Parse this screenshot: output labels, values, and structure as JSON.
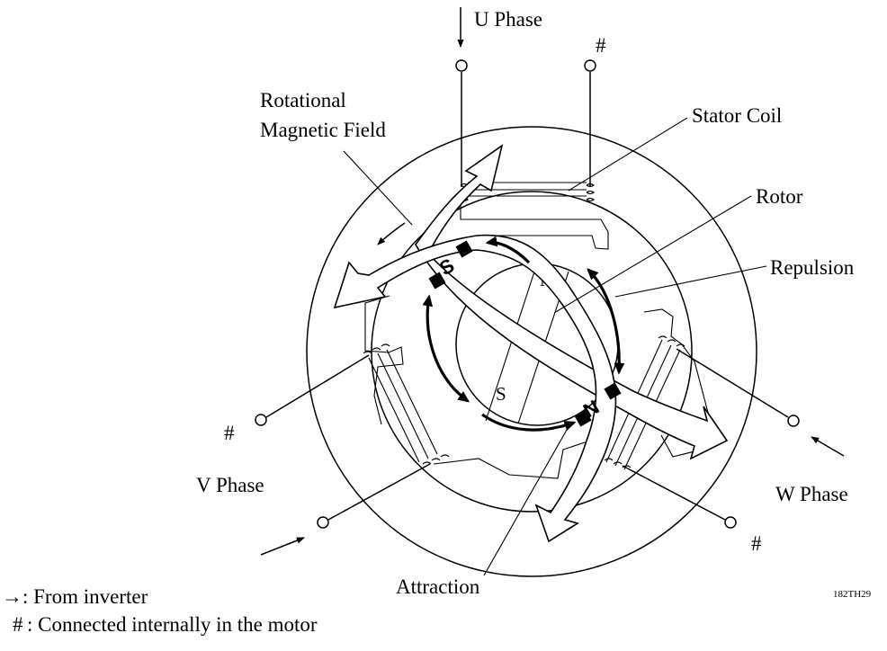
{
  "labels": {
    "u_phase": "U Phase",
    "v_phase": "V Phase",
    "w_phase": "W Phase",
    "hash": "#",
    "rotational_line1": "Rotational",
    "rotational_line2": "Magnetic Field",
    "stator_coil": "Stator Coil",
    "rotor": "Rotor",
    "repulsion": "Repulsion",
    "attraction": "Attraction",
    "rotor_n": "N",
    "rotor_s": "S",
    "stator_s": "S",
    "stator_n": "N",
    "figure_code": "182TH29"
  },
  "legend": {
    "arrow_symbol": "→",
    "arrow_text": ": From inverter",
    "hash_symbol": "#",
    "hash_text": ": Connected internally in the motor"
  },
  "colors": {
    "line": "#000000",
    "background": "#ffffff"
  }
}
